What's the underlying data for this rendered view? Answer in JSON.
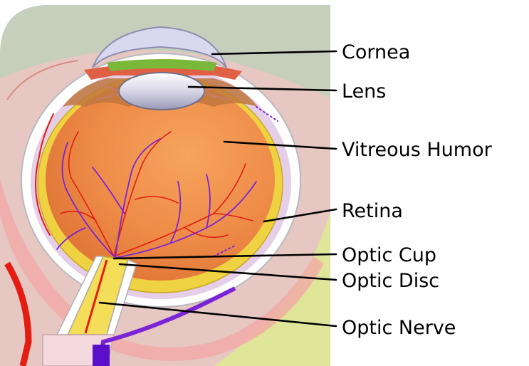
{
  "labels": {
    "cornea": "Cornea",
    "lens": "Lens",
    "vitreous_humor": "Vitreous Humor",
    "retina": "Retina",
    "optic_cup": "Optic Cup",
    "optic_disc": "Optic Disc",
    "optic_nerve": "Optic Nerve"
  },
  "colors": {
    "background_top": "#c5cdbb",
    "background_pink": "#e6c7c2",
    "background_yellow": "#dfe69a",
    "sclera": "#ffffff",
    "vitreous": "#f08a3e",
    "retina": "#efd241",
    "iris": "#e06046",
    "lens": "#ececf2",
    "artery": "#e41c12",
    "vein": "#7a24d6",
    "optic_nerve": "#f4dd59"
  }
}
